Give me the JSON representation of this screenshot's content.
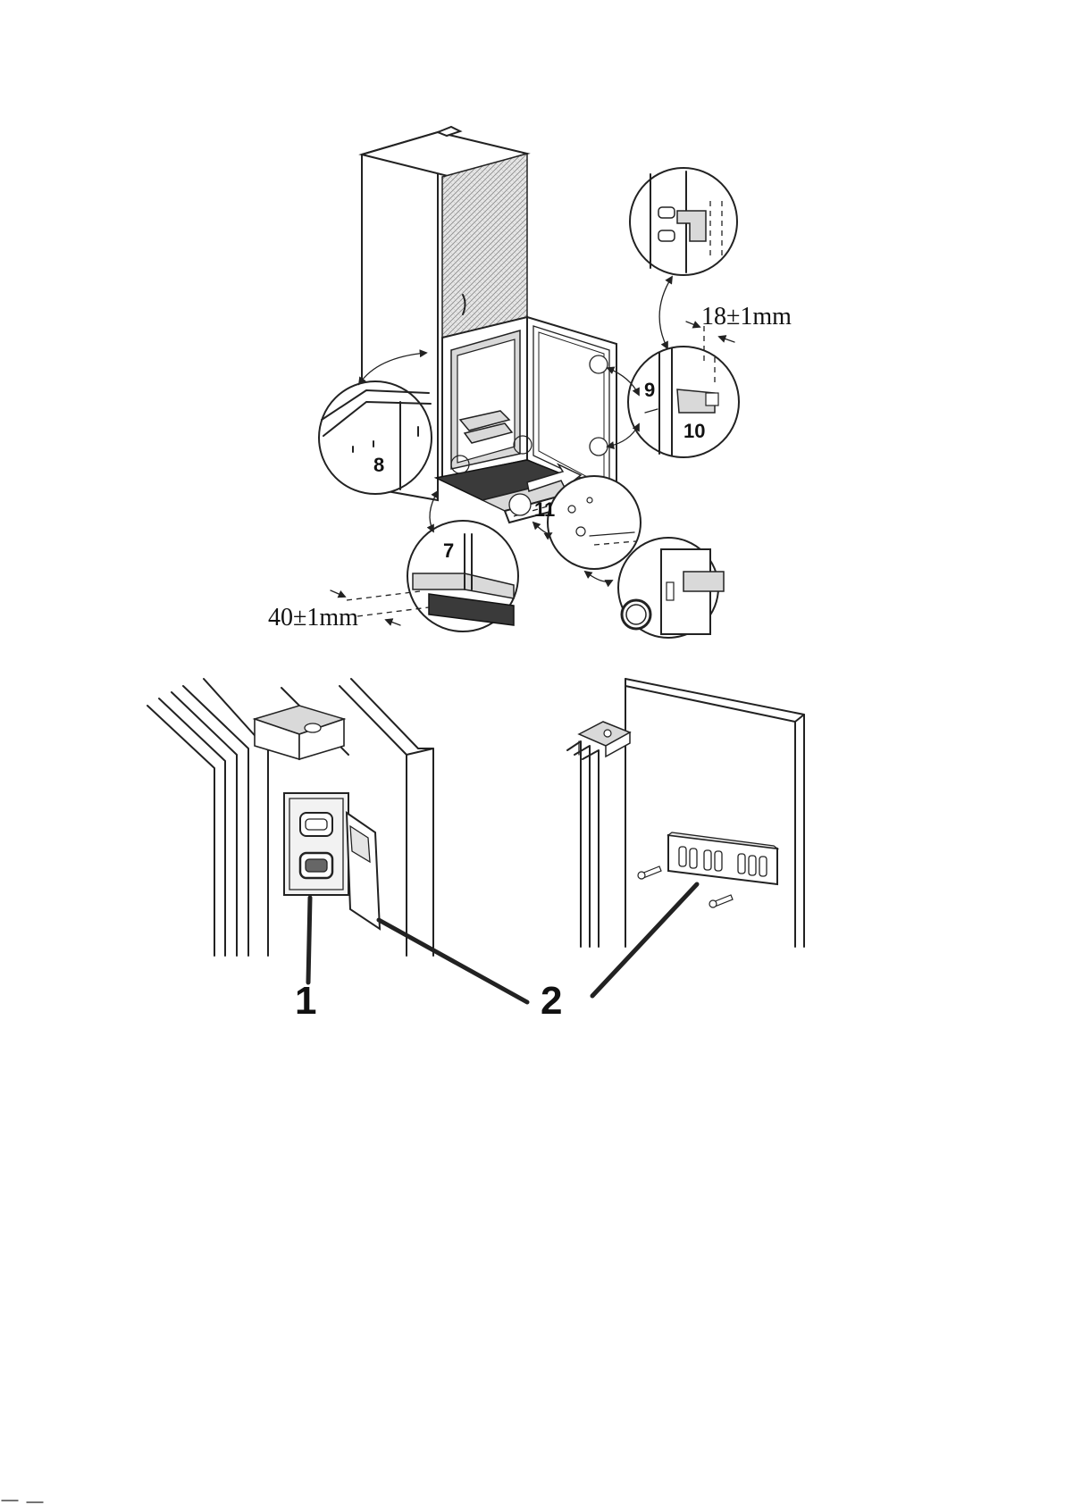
{
  "figure_top": {
    "callouts": [
      "7",
      "8",
      "9",
      "10",
      "11"
    ],
    "dimensions": {
      "right": "18±1mm",
      "left": "40±1mm"
    }
  },
  "figure_bottom": {
    "callouts": [
      "1",
      "2"
    ]
  }
}
